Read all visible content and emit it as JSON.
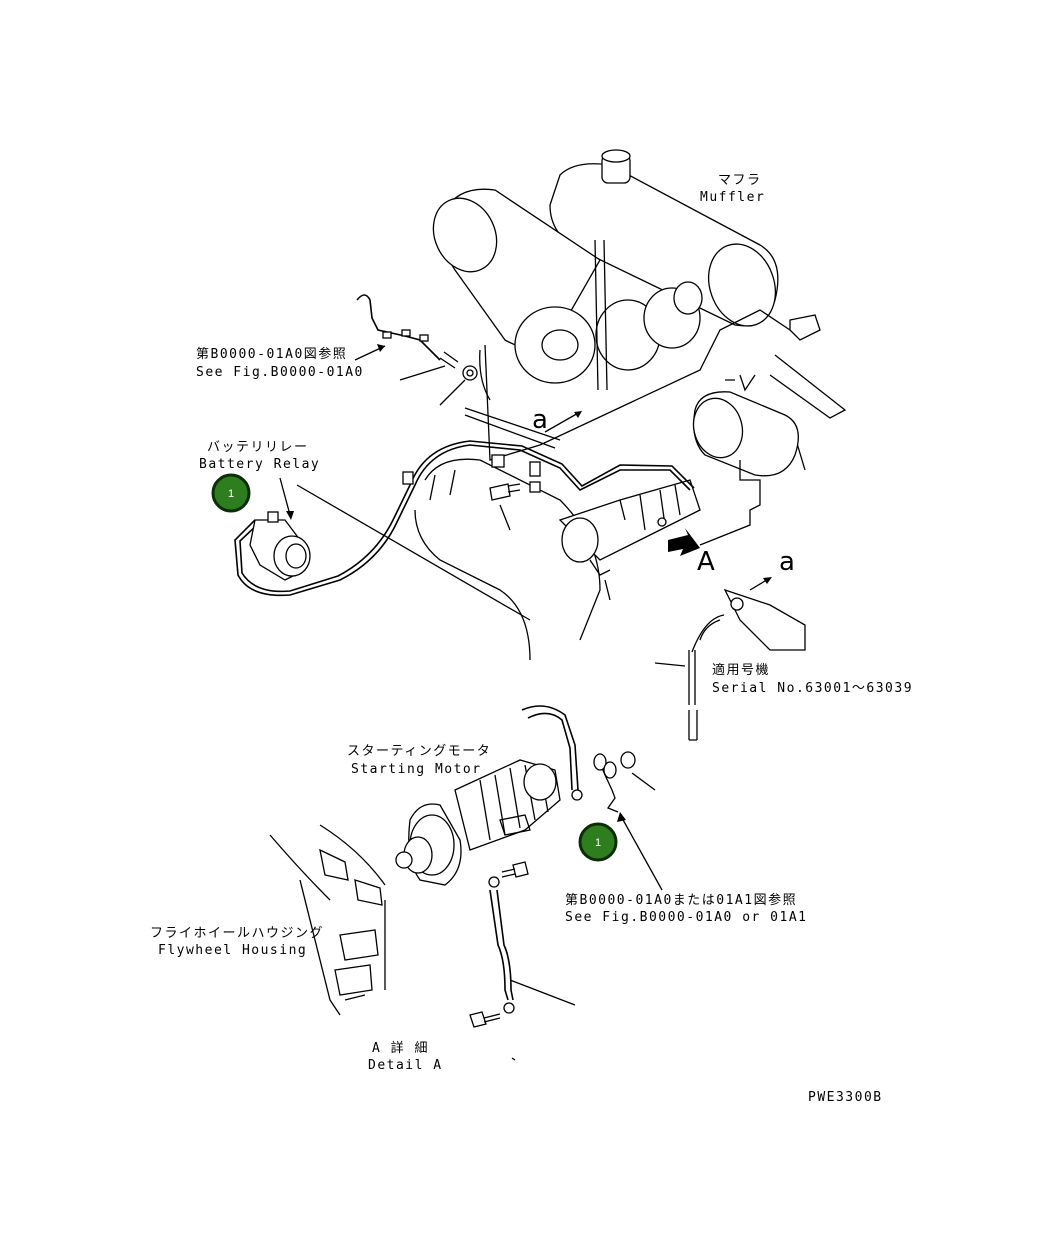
{
  "labels": {
    "muffler_jp": "マフラ",
    "muffler_en": "Muffler",
    "see_fig1_jp": "第B0000-01A0図参照",
    "see_fig1_en": "See Fig.B0000-01A0",
    "battery_relay_jp": "バッテリリレー",
    "battery_relay_en": "Battery Relay",
    "view_a": "A",
    "view_a_lower": "a",
    "view_a_upper": "a",
    "serial_jp": "適用号機",
    "serial_en": "Serial No.63001～63039",
    "starting_motor_jp": "スターティングモータ",
    "starting_motor_en": "Starting Motor",
    "see_fig2_jp": "第B0000-01A0または01A1図参照",
    "see_fig2_en": "See Fig.B0000-01A0 or 01A1",
    "flywheel_jp": "フライホイールハウジング",
    "flywheel_en": "Flywheel Housing",
    "detail_a_jp": "A 詳 細",
    "detail_a_en": "Detail A",
    "drawing_no": "PWE3300B"
  },
  "callouts": [
    {
      "number": "1",
      "target": "battery-relay-cable"
    },
    {
      "number": "1",
      "target": "starting-motor-cable"
    }
  ],
  "colors": {
    "callout_fill": "#2e7d1e",
    "callout_ring": "#0b2e06",
    "line": "#000000"
  }
}
